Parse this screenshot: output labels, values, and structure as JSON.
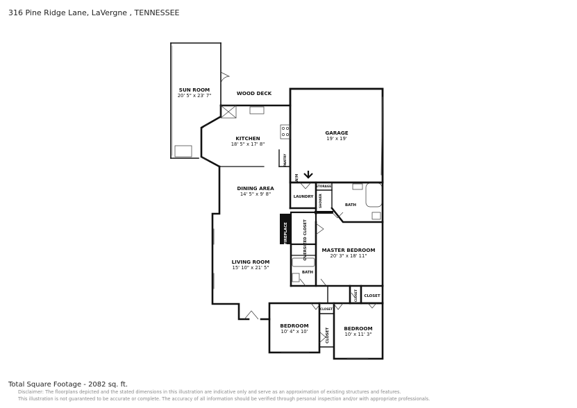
{
  "header": {
    "address": "316 Pine Ridge Lane, LaVergne , TENNESSEE"
  },
  "rooms": {
    "sun_room": {
      "name": "SUN ROOM",
      "dims": "20' 5\" x 23' 7\""
    },
    "wood_deck": {
      "name": "WOOD DECK"
    },
    "kitchen": {
      "name": "KITCHEN",
      "dims": "18' 5\" x 17' 8\""
    },
    "pantry": {
      "name": "PANTRY"
    },
    "garage": {
      "name": "GARAGE",
      "dims": "19' x 19'"
    },
    "wh": {
      "name": "W/H"
    },
    "storage": {
      "name": "STORAGE"
    },
    "dining_area": {
      "name": "DINING AREA",
      "dims": "14' 5\" x 9' 8\""
    },
    "laundry": {
      "name": "LAUNDRY"
    },
    "shower": {
      "name": "SHOWER"
    },
    "bath_upper": {
      "name": "BATH"
    },
    "fireplace": {
      "name": "FIREPLACE"
    },
    "oversized_closet": {
      "name": "OVERSIZED CLOSET"
    },
    "master_bedroom": {
      "name": "MASTER BEDROOM",
      "dims": "20' 3\" x 18' 11\""
    },
    "living_room": {
      "name": "LIVING ROOM",
      "dims": "15' 10\" x 21' 5\""
    },
    "bath_lower": {
      "name": "BATH"
    },
    "closet_small1": {
      "name": "CLOSET"
    },
    "closet_small2": {
      "name": "CLOSET"
    },
    "closet_right": {
      "name": "CLOSET"
    },
    "closet_vertical": {
      "name": "CLOSET"
    },
    "bedroom_left": {
      "name": "BEDROOM",
      "dims": "10' 4\" x 10'"
    },
    "bedroom_right": {
      "name": "BEDROOM",
      "dims": "10' x 11' 3\""
    }
  },
  "footer": {
    "total": "Total Square Footage - 2082 sq. ft.",
    "disclaimer_line1": "Disclaimer: The floorplans depicted and the stated dimensions in this illustration are indicative only and serve as an approximation of existing structures and features.",
    "disclaimer_line2": "This illustration is not guaranteed to be accurate or complete. The accuracy of all information should be verified through personal inspection and/or with appropriate professionals."
  }
}
